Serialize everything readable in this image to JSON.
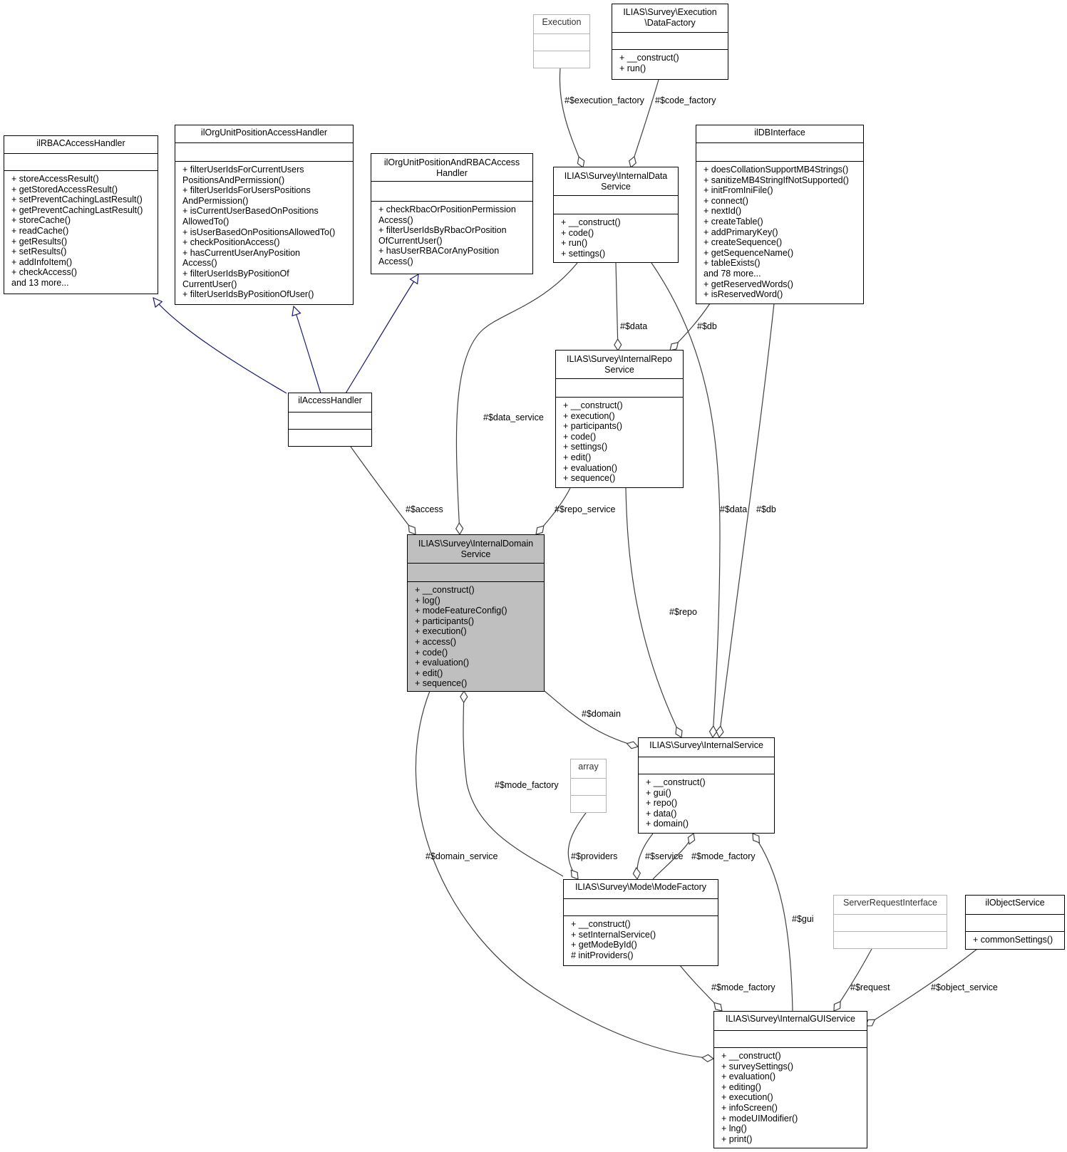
{
  "nodes": {
    "execution": {
      "title": "Execution",
      "attrs": "",
      "methods": ""
    },
    "data_factory": {
      "title": "ILIAS\\Survey\\Execution\n\\DataFactory",
      "attrs": "",
      "methods": "+ __construct()\n+ run()"
    },
    "rbac_handler": {
      "title": "ilRBACAccessHandler",
      "attrs": "",
      "methods": "+ storeAccessResult()\n+ getStoredAccessResult()\n+ setPreventCachingLastResult()\n+ getPreventCachingLastResult()\n+ storeCache()\n+ readCache()\n+ getResults()\n+ setResults()\n+ addInfoItem()\n+ checkAccess()\nand 13 more..."
    },
    "orgunit_handler": {
      "title": "ilOrgUnitPositionAccessHandler",
      "attrs": "",
      "methods": "+ filterUserIdsForCurrentUsers\nPositionsAndPermission()\n+ filterUserIdsForUsersPositions\nAndPermission()\n+ isCurrentUserBasedOnPositions\nAllowedTo()\n+ isUserBasedOnPositionsAllowedTo()\n+ checkPositionAccess()\n+ hasCurrentUserAnyPosition\nAccess()\n+ filterUserIdsByPositionOf\nCurrentUser()\n+ filterUserIdsByPositionOfUser()"
    },
    "orgunit_rbac_handler": {
      "title": "ilOrgUnitPositionAndRBACAccess\nHandler",
      "attrs": "",
      "methods": "+ checkRbacOrPositionPermission\nAccess()\n+ filterUserIdsByRbacOrPosition\nOfCurrentUser()\n+ hasUserRBACorAnyPosition\nAccess()"
    },
    "data_service": {
      "title": "ILIAS\\Survey\\InternalData\nService",
      "attrs": "",
      "methods": "+ __construct()\n+ code()\n+ run()\n+ settings()"
    },
    "db_interface": {
      "title": "ilDBInterface",
      "attrs": "",
      "methods": "+ doesCollationSupportMB4Strings()\n+ sanitizeMB4StringIfNotSupported()\n+ initFromIniFile()\n+ connect()\n+ nextId()\n+ createTable()\n+ addPrimaryKey()\n+ createSequence()\n+ getSequenceName()\n+ tableExists()\nand 78 more...\n+ getReservedWords()\n+ isReservedWord()"
    },
    "access_handler": {
      "title": "ilAccessHandler",
      "attrs": "",
      "methods": ""
    },
    "repo_service": {
      "title": "ILIAS\\Survey\\InternalRepo\nService",
      "attrs": "",
      "methods": "+ __construct()\n+ execution()\n+ participants()\n+ code()\n+ settings()\n+ edit()\n+ evaluation()\n+ sequence()"
    },
    "domain_service": {
      "title": "ILIAS\\Survey\\InternalDomain\nService",
      "attrs": "",
      "methods": "+ __construct()\n+ log()\n+ modeFeatureConfig()\n+ participants()\n+ execution()\n+ access()\n+ code()\n+ evaluation()\n+ edit()\n+ sequence()"
    },
    "internal_service": {
      "title": "ILIAS\\Survey\\InternalService",
      "attrs": "",
      "methods": "+ __construct()\n+ gui()\n+ repo()\n+ data()\n+ domain()"
    },
    "array": {
      "title": "array",
      "attrs": "",
      "methods": ""
    },
    "mode_factory": {
      "title": "ILIAS\\Survey\\Mode\\ModeFactory",
      "attrs": "",
      "methods": "+ __construct()\n+ setInternalService()\n+ getModeById()\n# initProviders()"
    },
    "server_request": {
      "title": "ServerRequestInterface",
      "attrs": "",
      "methods": ""
    },
    "object_service": {
      "title": "ilObjectService",
      "attrs": "",
      "methods": "+ commonSettings()"
    },
    "gui_service": {
      "title": "ILIAS\\Survey\\InternalGUIService",
      "attrs": "",
      "methods": "+ __construct()\n+ surveySettings()\n+ evaluation()\n+ editing()\n+ execution()\n+ infoScreen()\n+ modeUIModifier()\n+ lng()\n+ print()"
    }
  },
  "edge_labels": {
    "execution_factory": "#$execution_factory",
    "code_factory": "#$code_factory",
    "data": "#$data",
    "db": "#$db",
    "data_service": "#$data_service",
    "access": "#$access",
    "repo_service": "#$repo_service",
    "data2": "#$data",
    "db2": "#$db",
    "repo": "#$repo",
    "domain": "#$domain",
    "mode_factory": "#$mode_factory",
    "domain_service": "#$domain_service",
    "providers": "#$providers",
    "service": "#$service",
    "mode_factory2": "#$mode_factory",
    "gui": "#$gui",
    "mode_factory3": "#$mode_factory",
    "request": "#$request",
    "object_service": "#$object_service"
  },
  "colors": {
    "inheritance": "#191970",
    "association": "#404040",
    "focus_fill": "#bfbfbf",
    "external_border": "#b3b3b3"
  }
}
